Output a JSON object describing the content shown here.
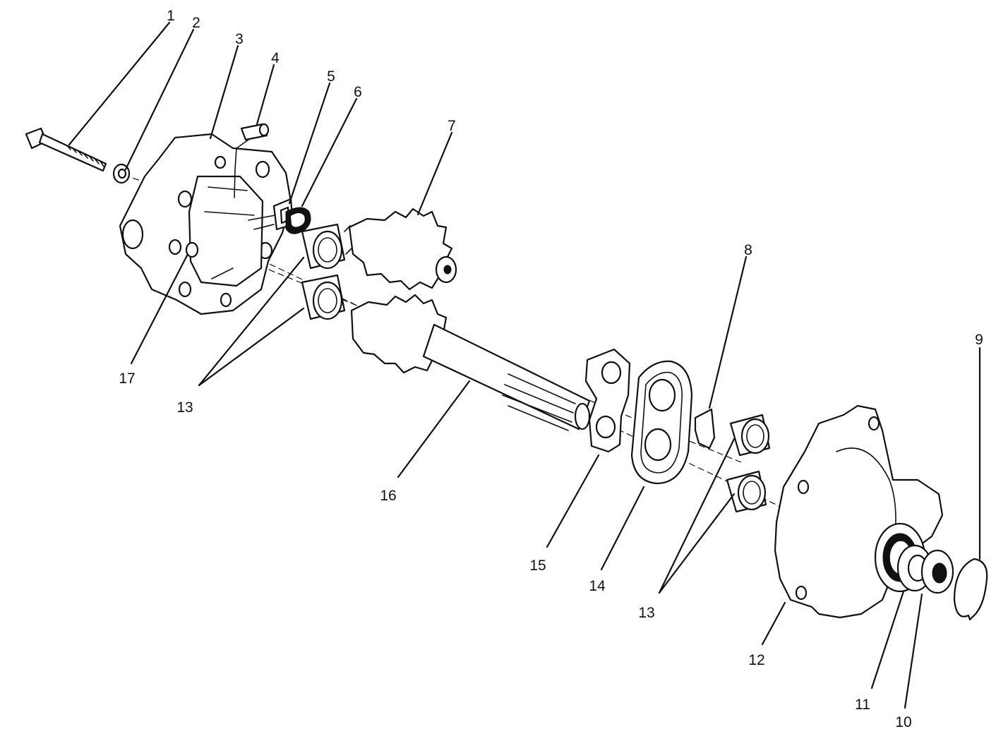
{
  "callouts": [
    {
      "key": "c1",
      "label": "1"
    },
    {
      "key": "c2",
      "label": "2"
    },
    {
      "key": "c3",
      "label": "3"
    },
    {
      "key": "c4",
      "label": "4"
    },
    {
      "key": "c5",
      "label": "5"
    },
    {
      "key": "c6",
      "label": "6"
    },
    {
      "key": "c7",
      "label": "7"
    },
    {
      "key": "c8",
      "label": "8"
    },
    {
      "key": "c9",
      "label": "9"
    },
    {
      "key": "c10",
      "label": "10"
    },
    {
      "key": "c11",
      "label": "11"
    },
    {
      "key": "c12",
      "label": "12"
    },
    {
      "key": "c13a",
      "label": "13"
    },
    {
      "key": "c13b",
      "label": "13"
    },
    {
      "key": "c14",
      "label": "14"
    },
    {
      "key": "c15",
      "label": "15"
    },
    {
      "key": "c16",
      "label": "16"
    },
    {
      "key": "c17",
      "label": "17"
    }
  ],
  "colors": {
    "line": "#111111",
    "background": "#ffffff"
  }
}
